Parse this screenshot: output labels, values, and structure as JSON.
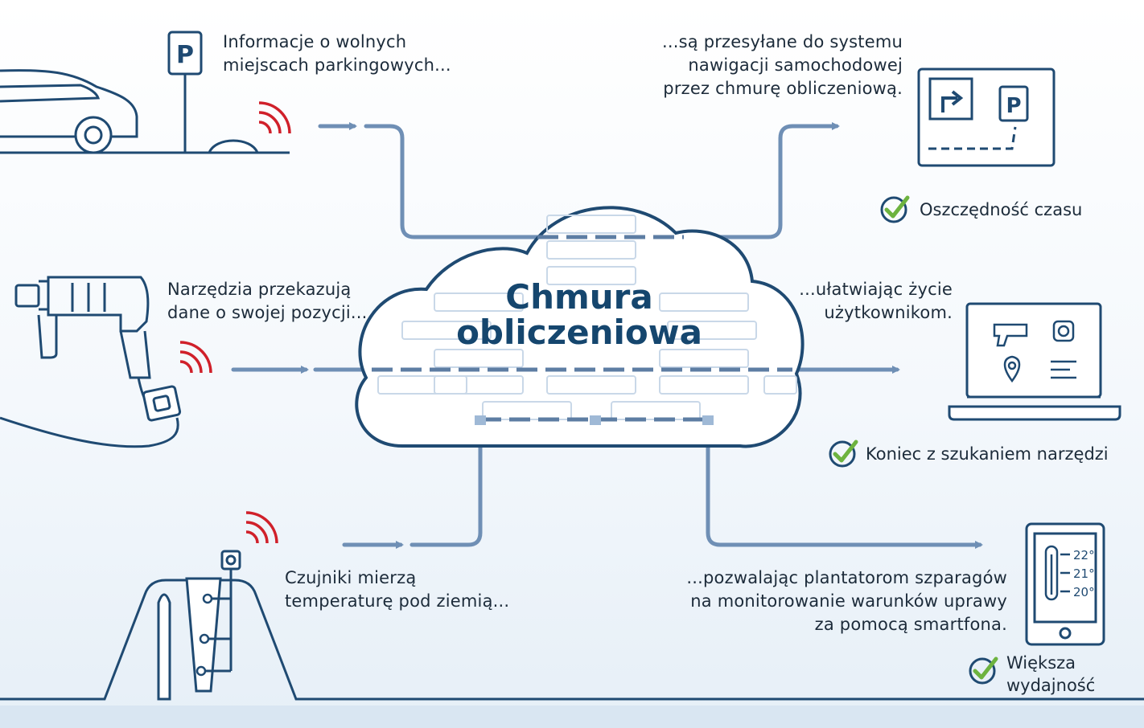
{
  "cloud": {
    "line1": "Chmura",
    "line2": "obliczeniowa"
  },
  "parking": {
    "sign": "P",
    "text1": "Informacje o wolnych",
    "text2": "miejscach parkingowych..."
  },
  "navigation": {
    "text1": "...są przesyłane do systemu",
    "text2": "nawigacji samochodowej",
    "text3": "przez chmurę obliczeniową.",
    "screen_sign": "P",
    "benefit": "Oszczędność czasu"
  },
  "tools": {
    "text1": "Narzędzia przekazują",
    "text2": "dane o swojej pozycji...",
    "result1": "...ułatwiając życie",
    "result2": "użytkownikom.",
    "benefit": "Koniec z szukaniem narzędzi"
  },
  "sensors": {
    "text1": "Czujniki mierzą",
    "text2": "temperaturę pod ziemią...",
    "result1": "...pozwalając plantatorom szparagów",
    "result2": "na monitorowanie warunków uprawy",
    "result3": "za pomocą smartfona.",
    "temps": [
      "22°",
      "21°",
      "20°"
    ],
    "benefit1": "Większa",
    "benefit2": "wydajność"
  },
  "colors": {
    "flow": "#6f8fb5",
    "dark": "#1f4a72",
    "signal": "#d0202a",
    "check": "#6db33f"
  }
}
